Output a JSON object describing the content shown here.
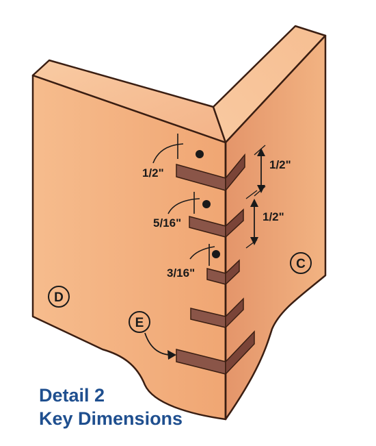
{
  "diagram": {
    "dimensions": {
      "cut1_depth": "1/2\"",
      "cut2_depth": "5/16\"",
      "cut3_depth": "3/16\"",
      "spacing_top": "1/2\"",
      "spacing_middle": "1/2\""
    },
    "callouts": {
      "c": "C",
      "d": "D",
      "e": "E"
    }
  },
  "caption": {
    "line1": "Detail 2",
    "line2": "Key Dimensions"
  },
  "colors": {
    "wood_light": "#F3B07E",
    "wood_dark": "#E49568",
    "slot": "#8A5548",
    "outline": "#3a1e12",
    "caption_blue": "#1F4F8F"
  }
}
